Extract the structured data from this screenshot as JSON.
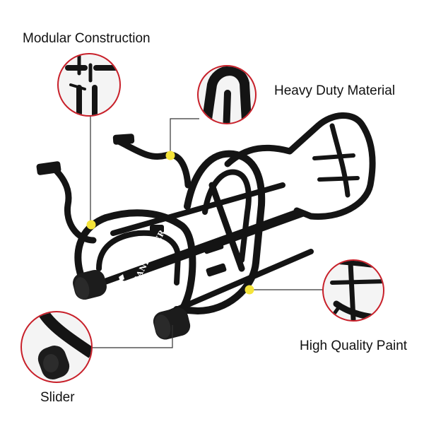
{
  "labels": {
    "modular": "Modular Construction",
    "heavy": "Heavy Duty Material",
    "paint": "High Quality Paint",
    "slider": "Slider"
  },
  "brand": "GRANDBIKER",
  "icons": [
    "callout-circle-icon",
    "callout-dot-icon"
  ],
  "colors": {
    "frame": "#141414",
    "circle_border": "#c8202a",
    "dot": "#f5e43a",
    "leader": "#333333",
    "text": "#111111"
  }
}
